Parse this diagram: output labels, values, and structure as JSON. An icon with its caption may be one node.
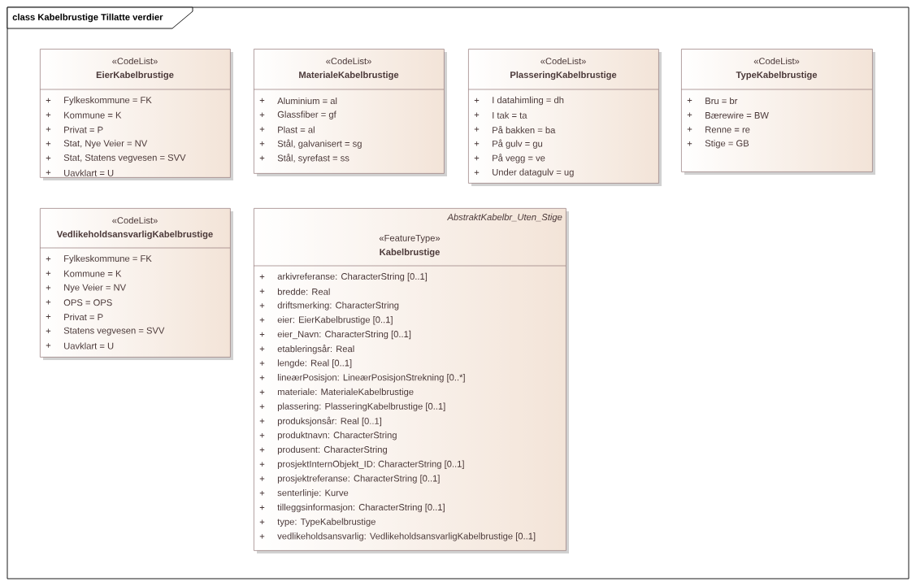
{
  "diagram": {
    "title": "class Kabelbrustige Tillatte verdier",
    "nodes": [
      {
        "text": [
          "«CodeList»",
          "EierKabelbrustige",
          "+",
          "Fylkeskommune = FK",
          "+",
          "Kommune = K",
          "+",
          "Privat = P",
          "+",
          "Stat, Nye Veier = NV",
          "+",
          "Stat, Statens vegvesen = SVV",
          "+",
          "Uavklart = U"
        ]
      },
      {
        "text": [
          "«CodeList»",
          "MaterialeKabelbrustige",
          "+",
          "Aluminium = al",
          "+",
          "Glassfiber = gf",
          "+",
          "Plast = al",
          "+",
          "Stål, galvanisert = sg",
          "+",
          "Stål, syrefast = ss"
        ]
      },
      {
        "text": [
          "«CodeList»",
          "PlasseringKabelbrustige",
          "+",
          "I datahimling = dh",
          "+",
          "I tak = ta",
          "+",
          "På bakken = ba",
          "+",
          "På gulv = gu",
          "+",
          "På vegg = ve",
          "+",
          "Under datagulv = ug"
        ]
      },
      {
        "text": [
          "«CodeList»",
          "TypeKabelbrustige",
          "+",
          "Bru = br",
          "+",
          "Bærewire = BW",
          "+",
          "Renne = re",
          "+",
          "Stige = GB"
        ]
      },
      {
        "text": [
          "«CodeList»",
          "VedlikeholdsansvarligKabelbrustige",
          "+",
          "Fylkeskommune = FK",
          "+",
          "Kommune = K",
          "+",
          "Nye Veier = NV",
          "+",
          "OPS = OPS",
          "+",
          "Privat = P",
          "+",
          "Statens vegvesen = SVV",
          "+",
          "Uavklart = U"
        ]
      },
      {
        "text": [
          "AbstraktKabelbr_Uten_Stige",
          "«FeatureType»",
          "Kabelbrustige",
          "+",
          "arkivreferanse: CharacterString [0..1]",
          "+",
          "bredde: Real",
          "+",
          "driftsmerking: CharacterString",
          "+",
          "eier: EierKabelbrustige [0..1]",
          "+",
          "eier_Navn: CharacterString [0..1]",
          "+",
          "etableringsår: Real",
          "+",
          "lengde: Real [0..1]",
          "+",
          "lineærPosisjon: LineærPosisjonStrekning [0..*]",
          "+",
          "materiale: MaterialeKabelbrustige",
          "+",
          "plassering: PlasseringKabelbrustige [0..1]",
          "+",
          "produksjonsår: Real [0..1]",
          "+",
          "produktnavn: CharacterString",
          "+",
          "produsent: CharacterString",
          "+",
          "prosjektInternObjekt_ID: CharacterString [0..1]",
          "+",
          "prosjektreferanse: CharacterString [0..1]",
          "+",
          "senterlinje: Kurve",
          "+",
          "tilleggsinformasjon: CharacterString [0..1]",
          "+",
          "type: TypeKabelbrustige",
          "+",
          "vedlikeholdsansvarlig: VedlikeholdsansvarligKabelbrustige [0..1]"
        ]
      }
    ]
  }
}
